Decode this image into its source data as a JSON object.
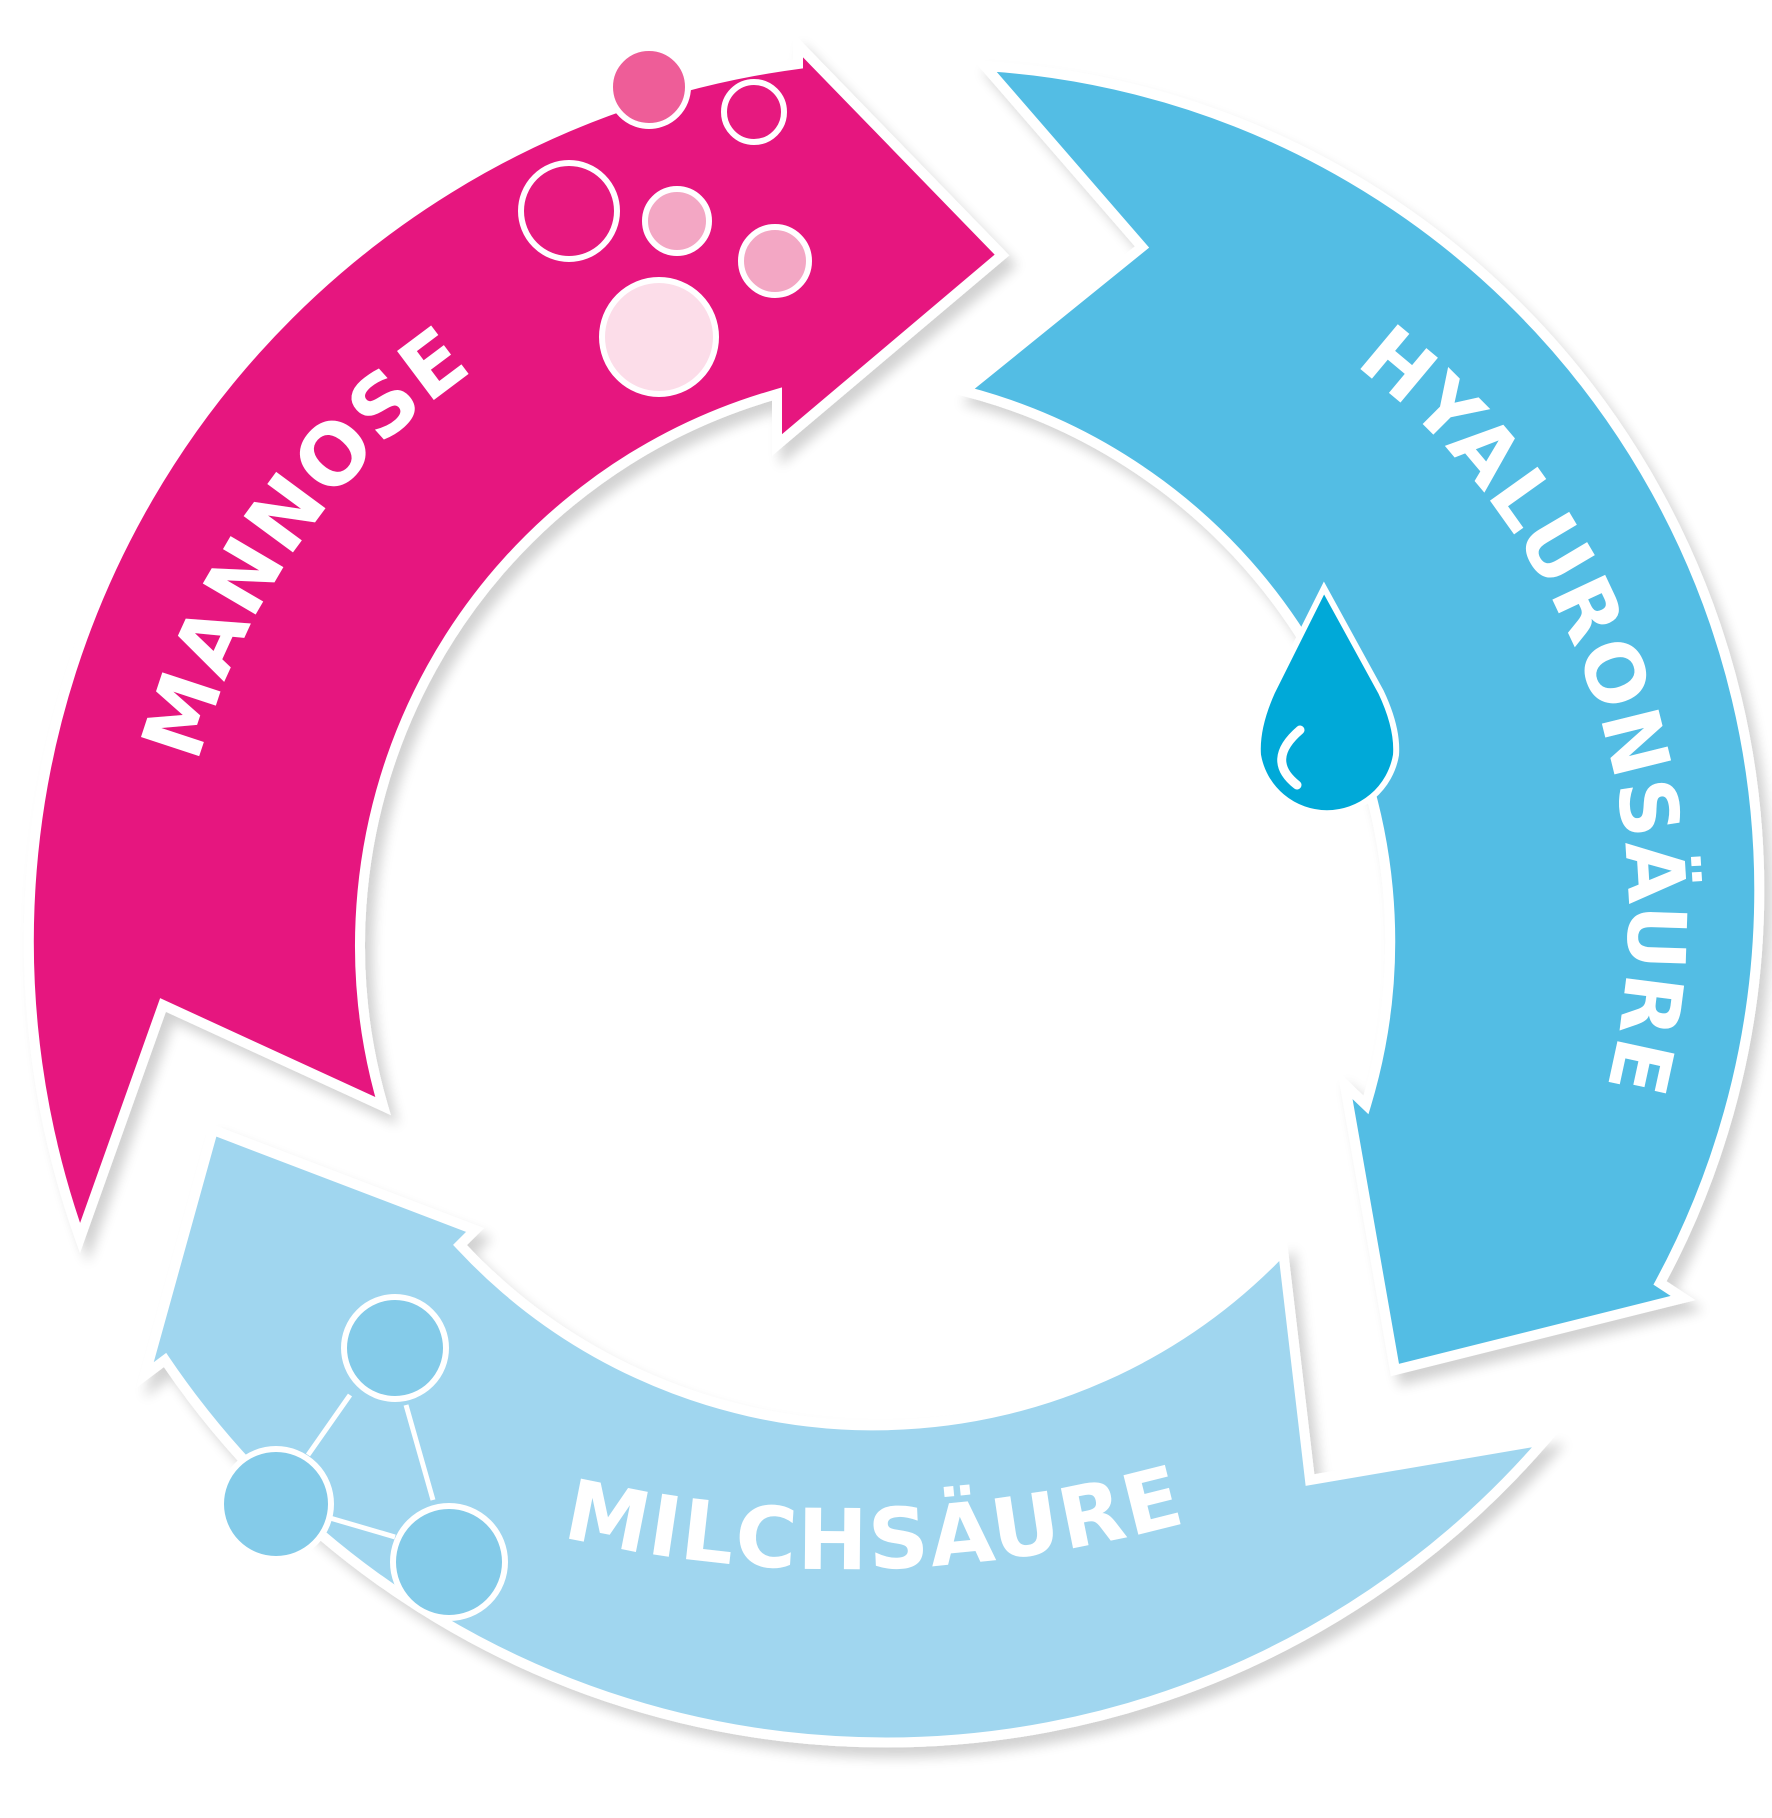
{
  "colors": {
    "background": "#ffffff",
    "mannose": "#e6197f",
    "hyaluron": "#52bde4",
    "milch": "#a0d6ef",
    "drop": "#00a9d8",
    "molecule": "#84cbe9",
    "bubble_dark": "#ee5d98",
    "bubble_mid": "#f3a7c4",
    "bubble_light": "#fcdde9",
    "outline": "#ffffff"
  },
  "segments": [
    {
      "id": "mannose",
      "label": "MANNOSE",
      "icon": "sugar-bubbles-icon"
    },
    {
      "id": "hyaluron",
      "label": "HYALURONSÄURE",
      "icon": "water-drop-icon"
    },
    {
      "id": "milch",
      "label": "MILCHSÄURE",
      "icon": "molecule-icon"
    }
  ]
}
